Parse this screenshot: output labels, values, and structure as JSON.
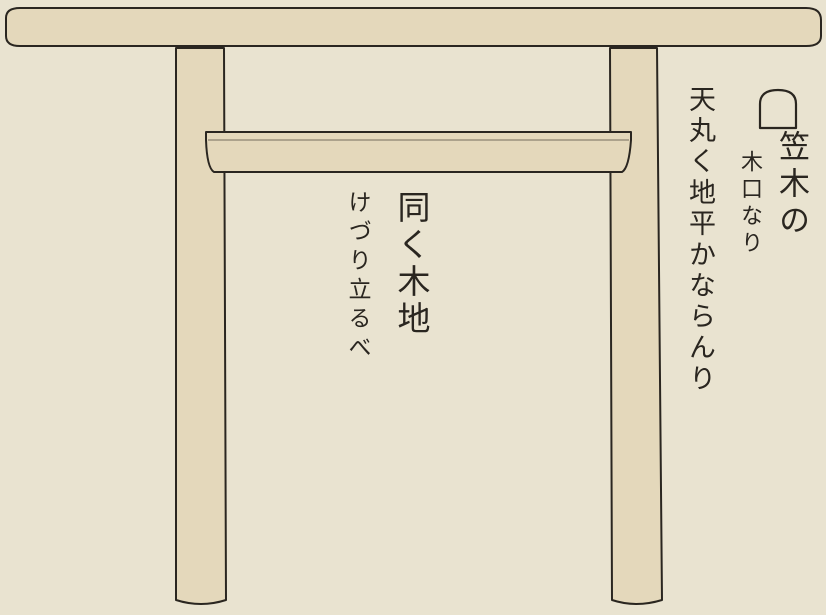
{
  "colors": {
    "paper": "#e9e3d0",
    "wood": "#e4d8bb",
    "ink": "#2a2620"
  },
  "annotation_right": {
    "kasagi": "笠木の",
    "kiguchi": "木口なり",
    "tenmaru": "天丸く地平かならんり"
  },
  "annotation_center": {
    "onaji": "同く木地",
    "kezuri": "けづり立るべ"
  },
  "icons": {
    "kasagi_cross_section": "rounded-rectangle-icon"
  }
}
